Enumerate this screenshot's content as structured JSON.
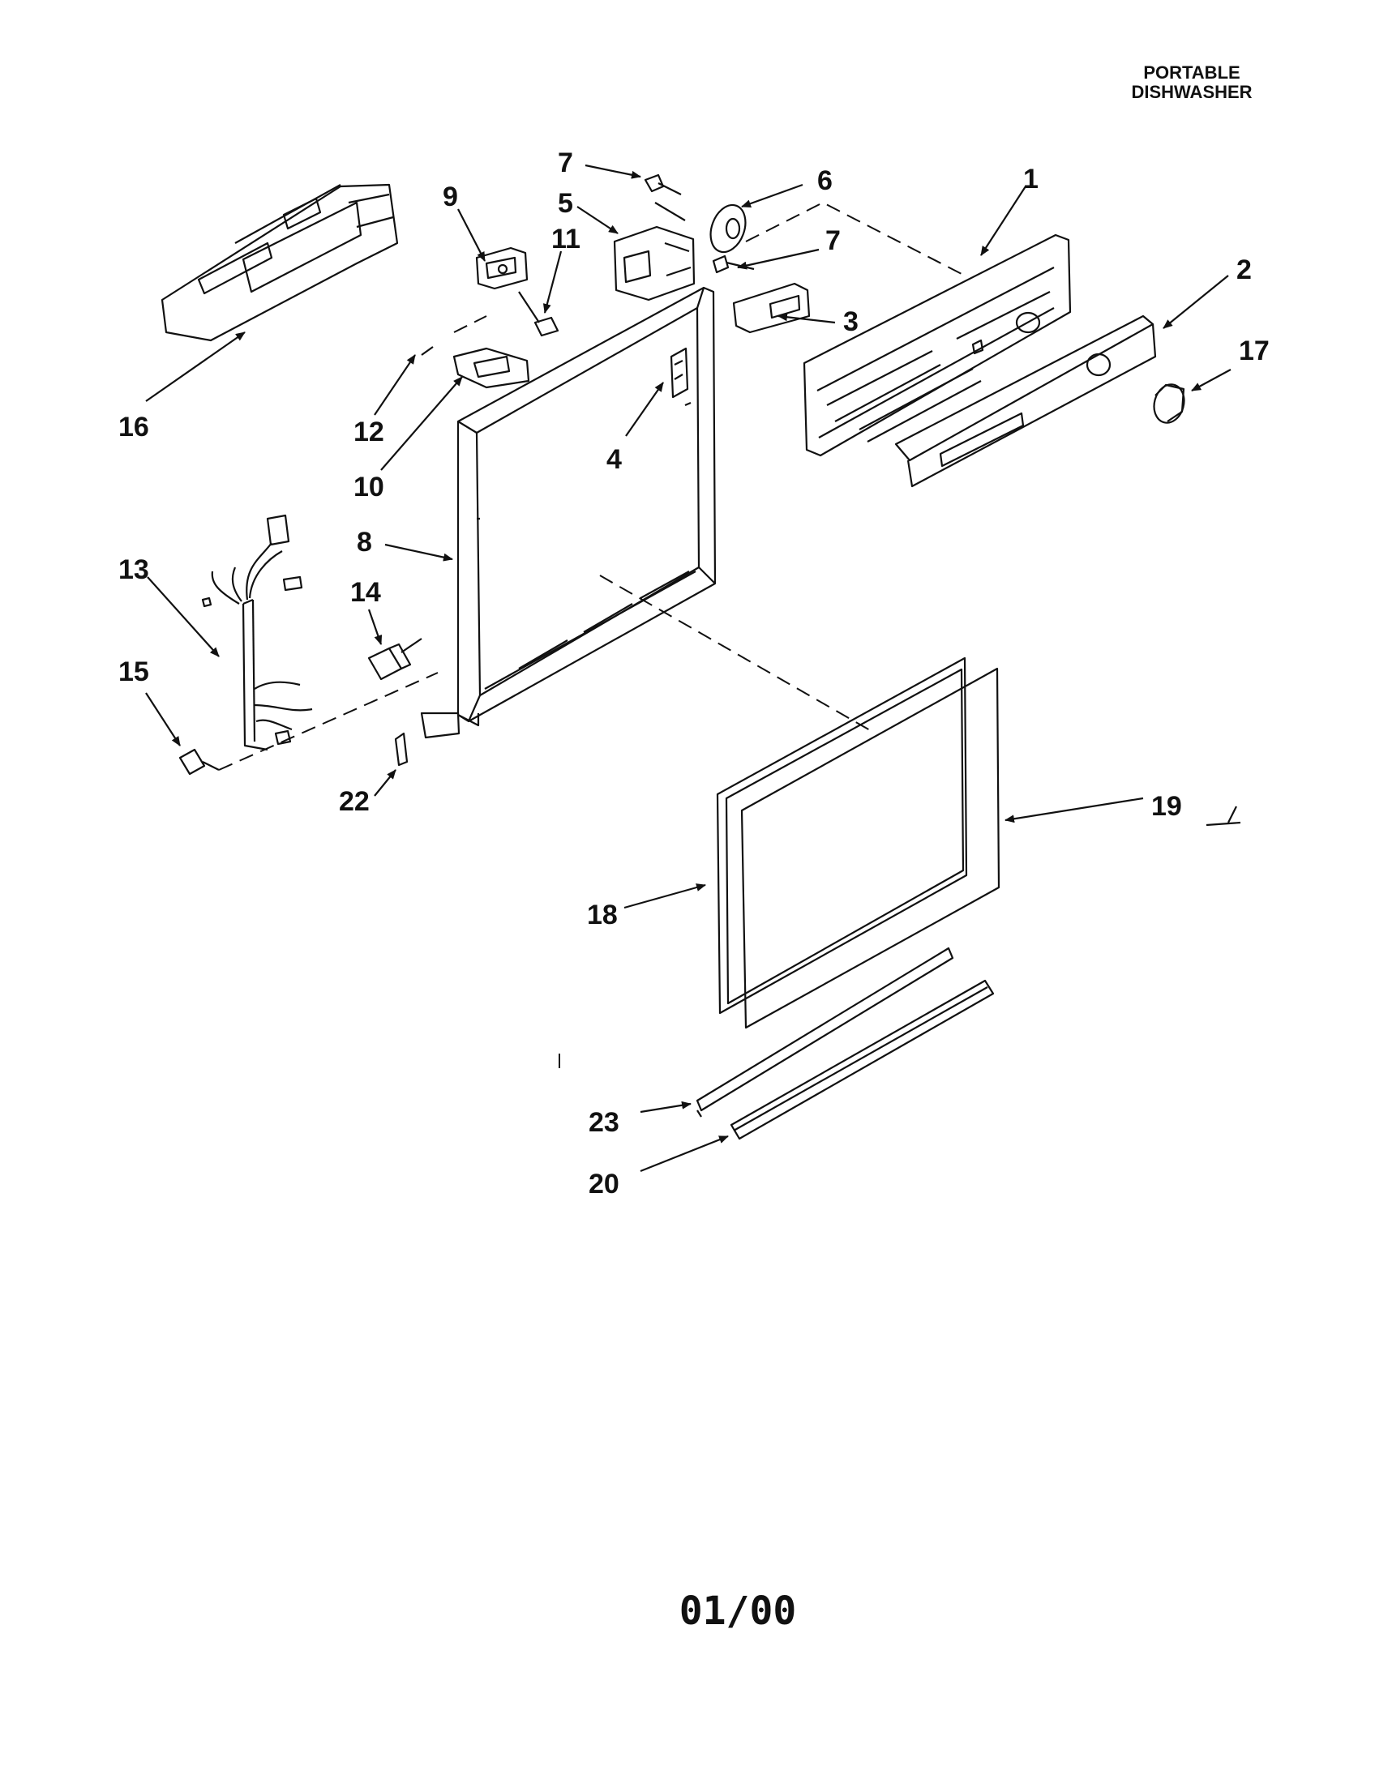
{
  "header": {
    "line1": "PORTABLE",
    "line2": "DISHWASHER"
  },
  "footer": {
    "code": "01/00"
  },
  "callouts": {
    "c1": "1",
    "c2": "2",
    "c3": "3",
    "c4": "4",
    "c5": "5",
    "c6": "6",
    "c7a": "7",
    "c7b": "7",
    "c8": "8",
    "c9": "9",
    "c10": "10",
    "c11": "11",
    "c12": "12",
    "c13": "13",
    "c14": "14",
    "c15": "15",
    "c16": "16",
    "c17": "17",
    "c18": "18",
    "c19": "19",
    "c20": "20",
    "c22": "22",
    "c23": "23"
  }
}
